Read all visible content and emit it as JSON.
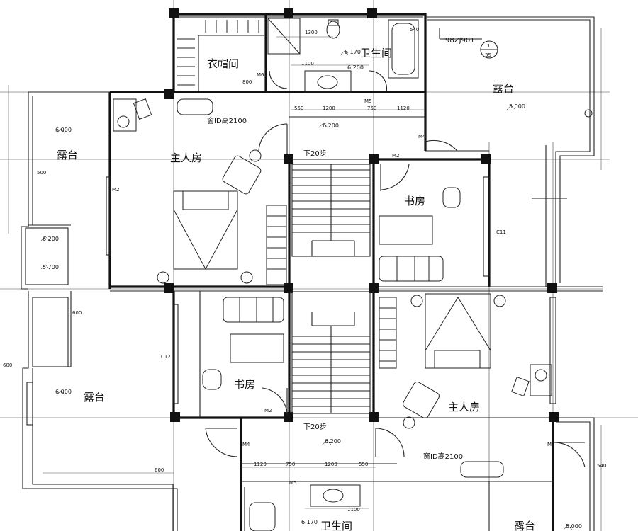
{
  "rooms": {
    "wardrobe": "衣帽间",
    "bath_top": "卫生间",
    "bath_bottom": "卫生间",
    "terrace_top_right": "露台",
    "terrace_top_left": "露台",
    "terrace_bottom_left": "露台",
    "terrace_bottom_right": "露台",
    "master_top": "主人房",
    "master_bottom": "主人房",
    "study_top": "书房",
    "study_bottom": "书房"
  },
  "stairs": {
    "top": "下20步",
    "bottom": "下20步"
  },
  "windows": {
    "top": "窗ID高2100",
    "bottom": "窗ID高2100"
  },
  "reference": {
    "code": "98ZJ901",
    "detail_num": "1",
    "detail_sheet": "35"
  },
  "elevations": {
    "e1": "6.170",
    "e2": "6.200",
    "e3": "5.000",
    "e4": "6.000",
    "e5": "6.200",
    "e6": "6.200",
    "e7": "5.700",
    "e8": "6.000",
    "e9": "6.200",
    "e10": "6.170",
    "e11": "5.000"
  },
  "dimensions": {
    "d1": "1300",
    "d2": "1100",
    "d3": "800",
    "d4": "550",
    "d5": "1200",
    "d6": "750",
    "d7": "1120",
    "d8": "1120",
    "d9": "750",
    "d10": "1200",
    "d11": "550",
    "d12": "1100",
    "d13": "600",
    "d14": "600",
    "d15": "600",
    "d16": "500",
    "d17": "540",
    "d18": "540"
  },
  "door_codes": {
    "m2a": "M2",
    "m2b": "M2",
    "m5a": "M5",
    "m5b": "M5",
    "m6a": "M6",
    "m4a": "M4",
    "m4b": "M4",
    "m4c": "M4",
    "c11a": "C11",
    "c12a": "C12",
    "m2c": "M2"
  }
}
